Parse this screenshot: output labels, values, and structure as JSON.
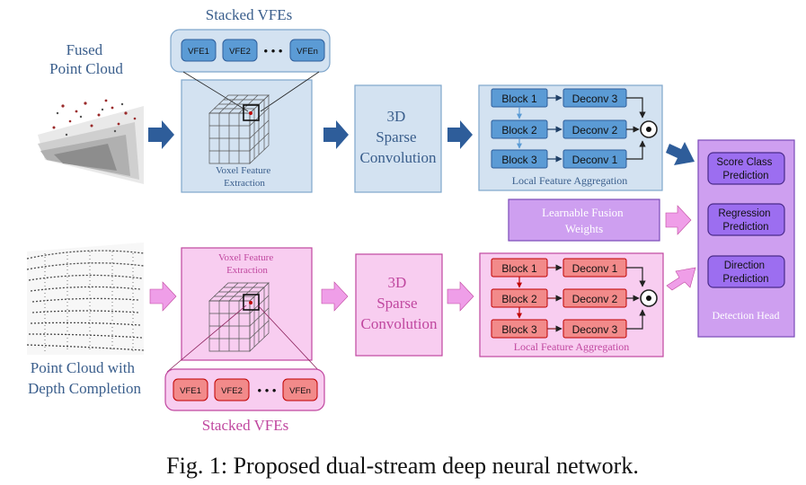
{
  "top": {
    "input_label": [
      "Fused",
      "Point Cloud"
    ],
    "stacked_title": "Stacked VFEs",
    "vfes": [
      "VFE1",
      "VFE2",
      "VFEn"
    ],
    "ellipsis": "• • •",
    "voxel_label": [
      "Voxel Feature",
      "Extraction"
    ],
    "sparse": [
      "3D",
      "Sparse",
      "Convolution"
    ],
    "blocks": [
      "Block 1",
      "Block 2",
      "Block 3"
    ],
    "deconvs": [
      "Deconv 3",
      "Deconv 2",
      "Deconv 1"
    ],
    "lfa_label": "Local Feature Aggregation"
  },
  "bottom": {
    "input_label": [
      "Point Cloud with",
      "Depth Completion"
    ],
    "stacked_title": "Stacked VFEs",
    "vfes": [
      "VFE1",
      "VFE2",
      "VFEn"
    ],
    "ellipsis": "• • •",
    "voxel_label": [
      "Voxel Feature",
      "Extraction"
    ],
    "sparse": [
      "3D",
      "Sparse",
      "Convolution"
    ],
    "blocks": [
      "Block 1",
      "Block 2",
      "Block 3"
    ],
    "deconvs": [
      "Deconv 1",
      "Deconv 2",
      "Deconv 3"
    ],
    "lfa_label": "Local Feature Aggregation"
  },
  "fusion": {
    "label": [
      "Learnable Fusion",
      "Weights"
    ]
  },
  "head": {
    "items": [
      [
        "Score Class",
        "Prediction"
      ],
      [
        "Regression",
        "Prediction"
      ],
      [
        "Direction",
        "Prediction"
      ]
    ],
    "label": "Detection Head"
  },
  "caption": "Fig. 1: Proposed dual-stream deep neural network.",
  "colors": {
    "blue_panel": "#d3e2f1",
    "blue_border": "#7fa6cc",
    "blue_box": "#5b9bd5",
    "blue_arrow": "#2e5d9a",
    "pink_panel": "#f8cdf0",
    "pink_border": "#c0479f",
    "red_box": "#f28a8a",
    "pink_arrow": "#ef9ee8",
    "purple_panel": "#ce9ff0",
    "purple_border": "#7a4bb8",
    "purple_box": "#9c6ef0",
    "text_blue": "#3a5e8c"
  }
}
